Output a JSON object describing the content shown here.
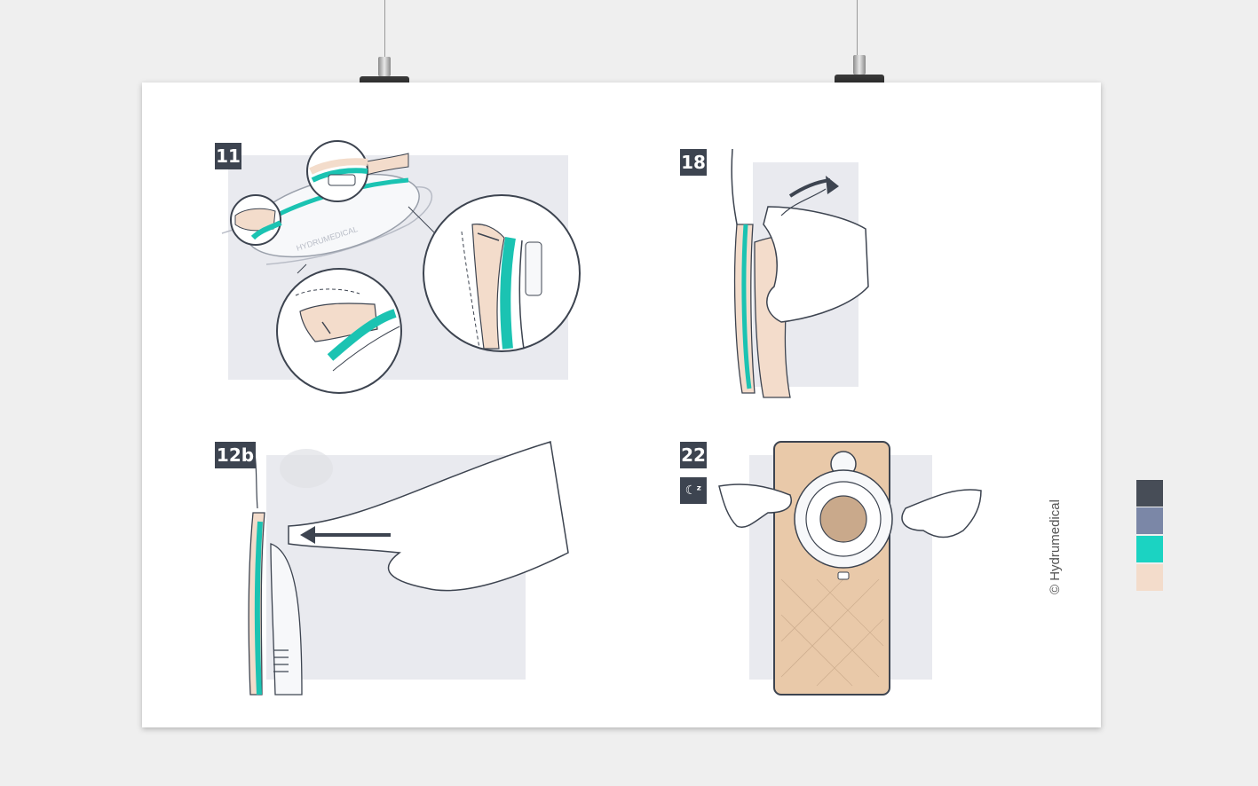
{
  "panels": [
    {
      "step": "11"
    },
    {
      "step": "18"
    },
    {
      "step": "12b"
    },
    {
      "step": "22"
    }
  ],
  "device_brand_text": "HYDRUMEDICAL",
  "credit": "© Hydrumedical",
  "palette": [
    "#474d57",
    "#7b87a7",
    "#1bd3c2",
    "#f3dccb"
  ],
  "colors": {
    "skin": "#f3dccb",
    "teal": "#1bc3b2",
    "outline": "#3d4450",
    "panel_bg": "#e9eaef",
    "pouch": "#e9c9a9"
  }
}
